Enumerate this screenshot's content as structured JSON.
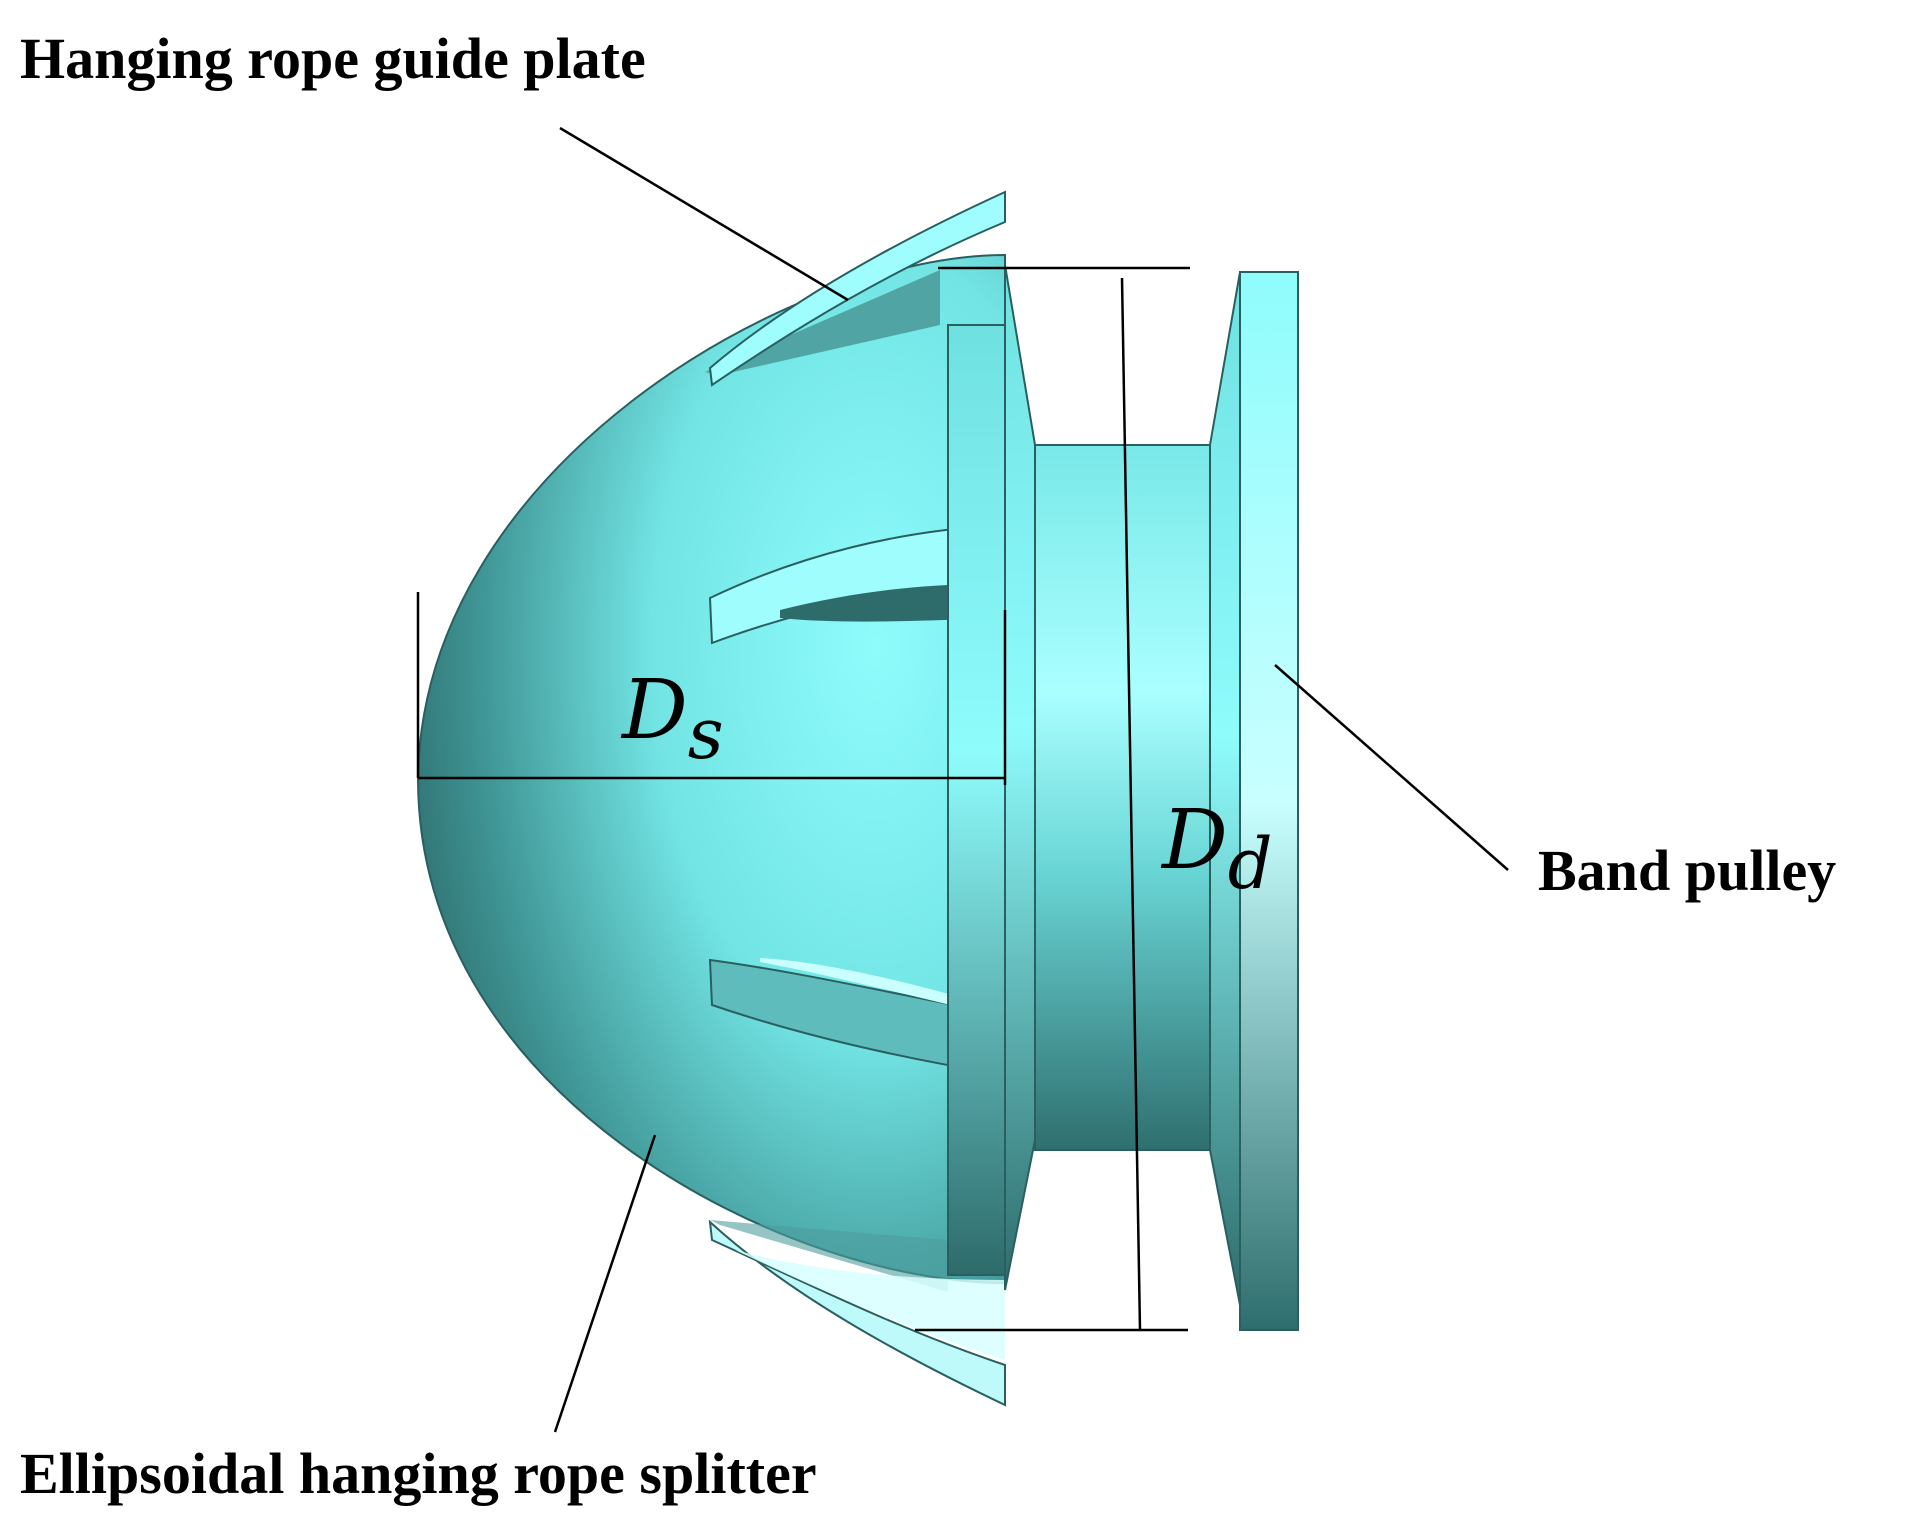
{
  "labels": {
    "guide_plate": "Hanging rope guide plate",
    "band_pulley": "Band pulley",
    "splitter": "Ellipsoidal hanging rope splitter"
  },
  "dimensions": {
    "splitter_diameter": {
      "symbol": "D",
      "subscript": "s"
    },
    "pulley_diameter": {
      "symbol": "D",
      "subscript": "d"
    }
  },
  "colors": {
    "light": "#8ffcfc",
    "mid": "#5fcfcf",
    "dark": "#2e6b6b",
    "background": "#ffffff",
    "ink": "#000000"
  }
}
